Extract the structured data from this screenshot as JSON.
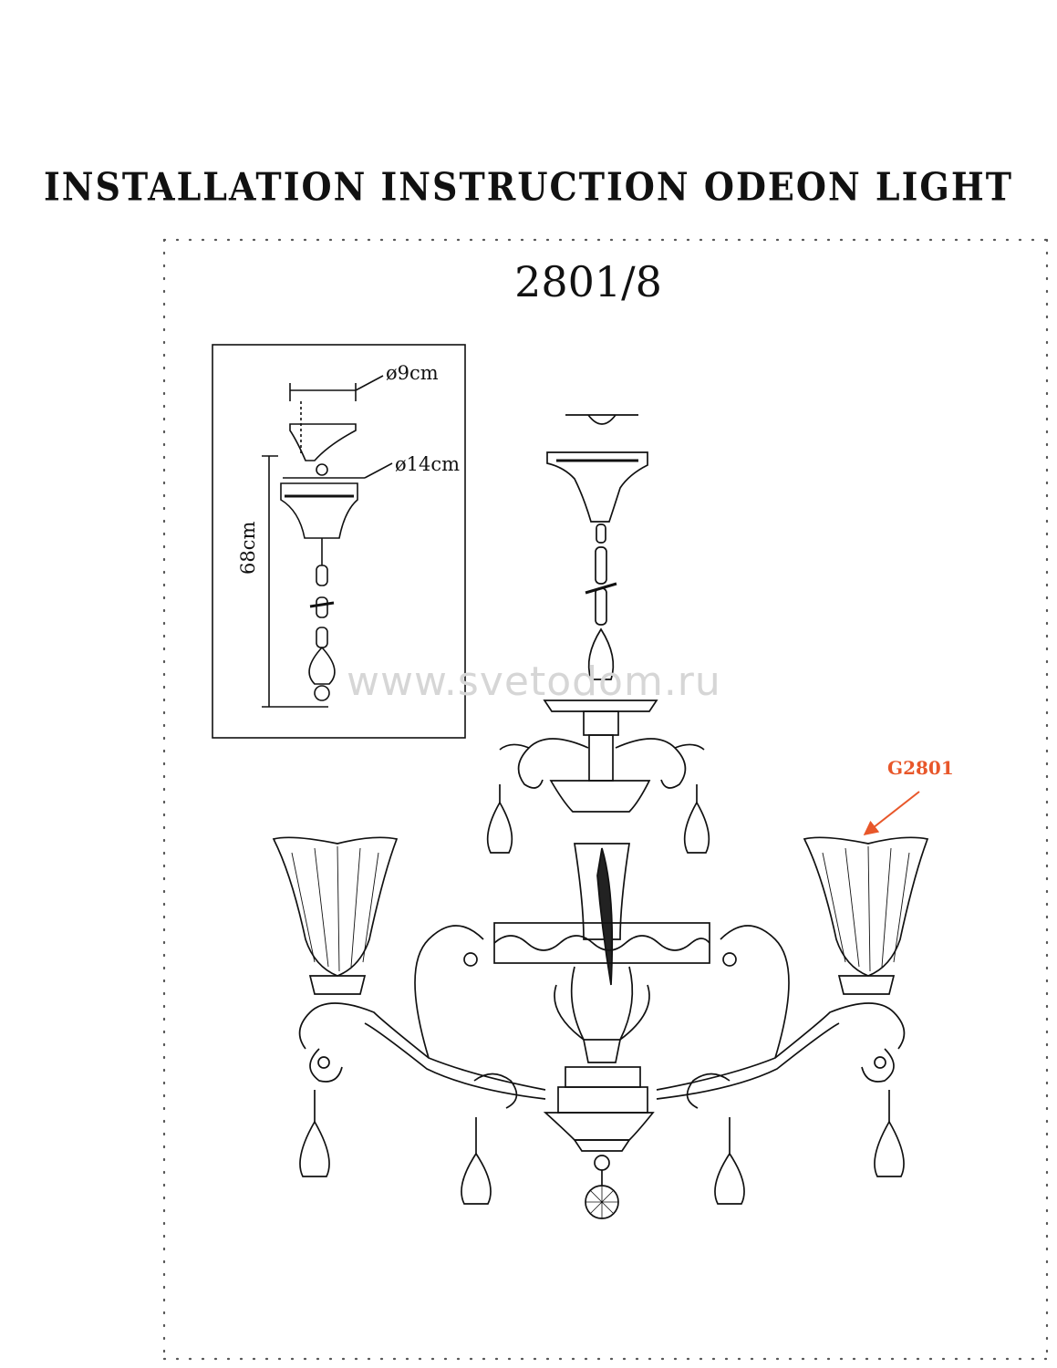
{
  "header": {
    "title": "INSTALLATION INSTRUCTION ODEON LIGHT",
    "model": "2801/8"
  },
  "dimensions": {
    "canopy_diameter": "ø9cm",
    "cup_diameter": "ø14cm",
    "height": "68cm"
  },
  "part_label": "G2801",
  "watermark": "www.svetodom.ru",
  "colors": {
    "line": "#111111",
    "accent": "#e8572a",
    "dots": "#555555"
  }
}
